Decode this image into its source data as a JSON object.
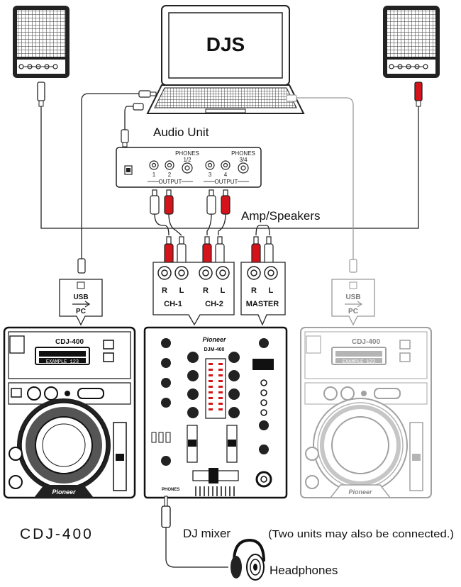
{
  "laptop": {
    "screen_text": "DJS"
  },
  "labels": {
    "audio_unit": "Audio Unit",
    "amp_speakers": "Amp/Speakers",
    "cdj_caption": "CDJ-400",
    "mixer_caption": "DJ mixer",
    "note": "(Two units may also be connected.)",
    "headphones": "Headphones"
  },
  "audio_unit_panel": {
    "phones_a": "PHONES",
    "phones_a_sub": "1/2",
    "phones_b": "PHONES",
    "phones_b_sub": "3/4",
    "jack_1": "1",
    "jack_2": "2",
    "jack_3": "3",
    "jack_4": "4",
    "output_a": "OUTPUT",
    "output_b": "OUTPUT"
  },
  "usb_callout": {
    "usb": "USB",
    "pc": "PC"
  },
  "mixer_inputs": {
    "r": "R",
    "l": "L",
    "ch1": "CH-1",
    "ch2": "CH-2",
    "master": "MASTER"
  },
  "device_text": {
    "cdj_model": "CDJ-400",
    "cdj_display": "EXAMPLE 123",
    "mixer_model": "DJM-400",
    "brand": "Pioneer",
    "phones_label": "PHONES"
  },
  "colors": {
    "red_plug": "#d4141a",
    "line": "#222222",
    "faded": "#9a9a9a"
  }
}
